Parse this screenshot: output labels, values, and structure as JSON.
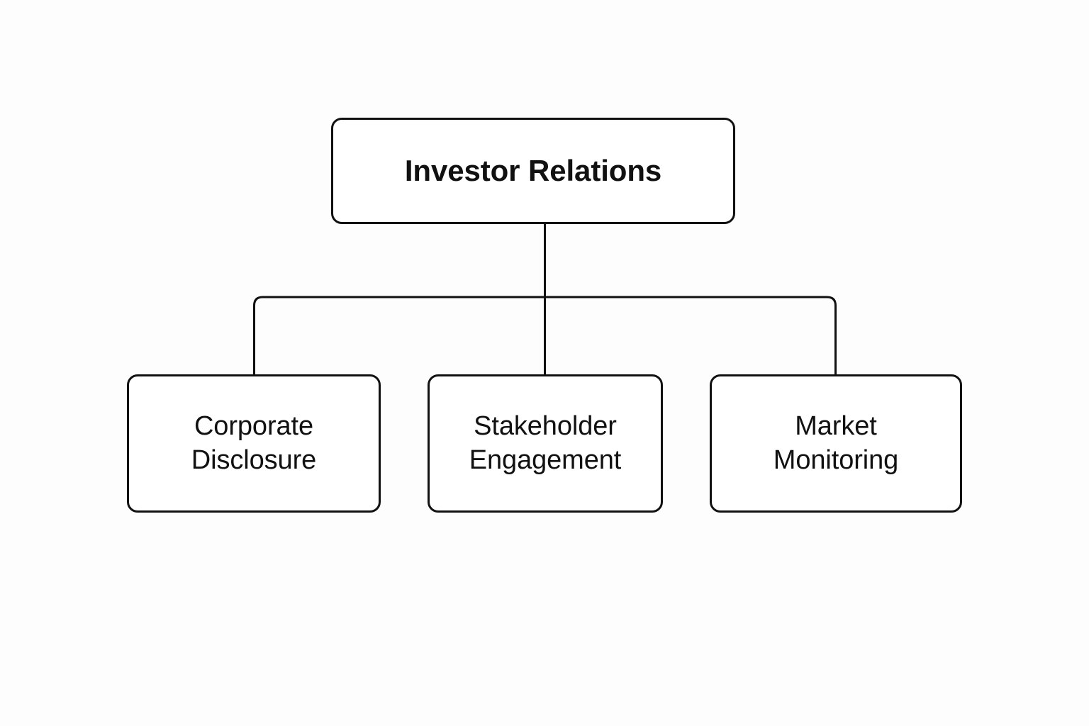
{
  "diagram": {
    "type": "organization-chart",
    "orientation": "top-down",
    "background_color": "#fdfdfd",
    "stroke_color": "#111111",
    "node_fill_color": "#ffffff",
    "root": {
      "label": "Investor Relations"
    },
    "children": [
      {
        "label": "Corporate\nDisclosure"
      },
      {
        "label": "Stakeholder\nEngagement"
      },
      {
        "label": "Market\nMonitoring"
      }
    ]
  }
}
